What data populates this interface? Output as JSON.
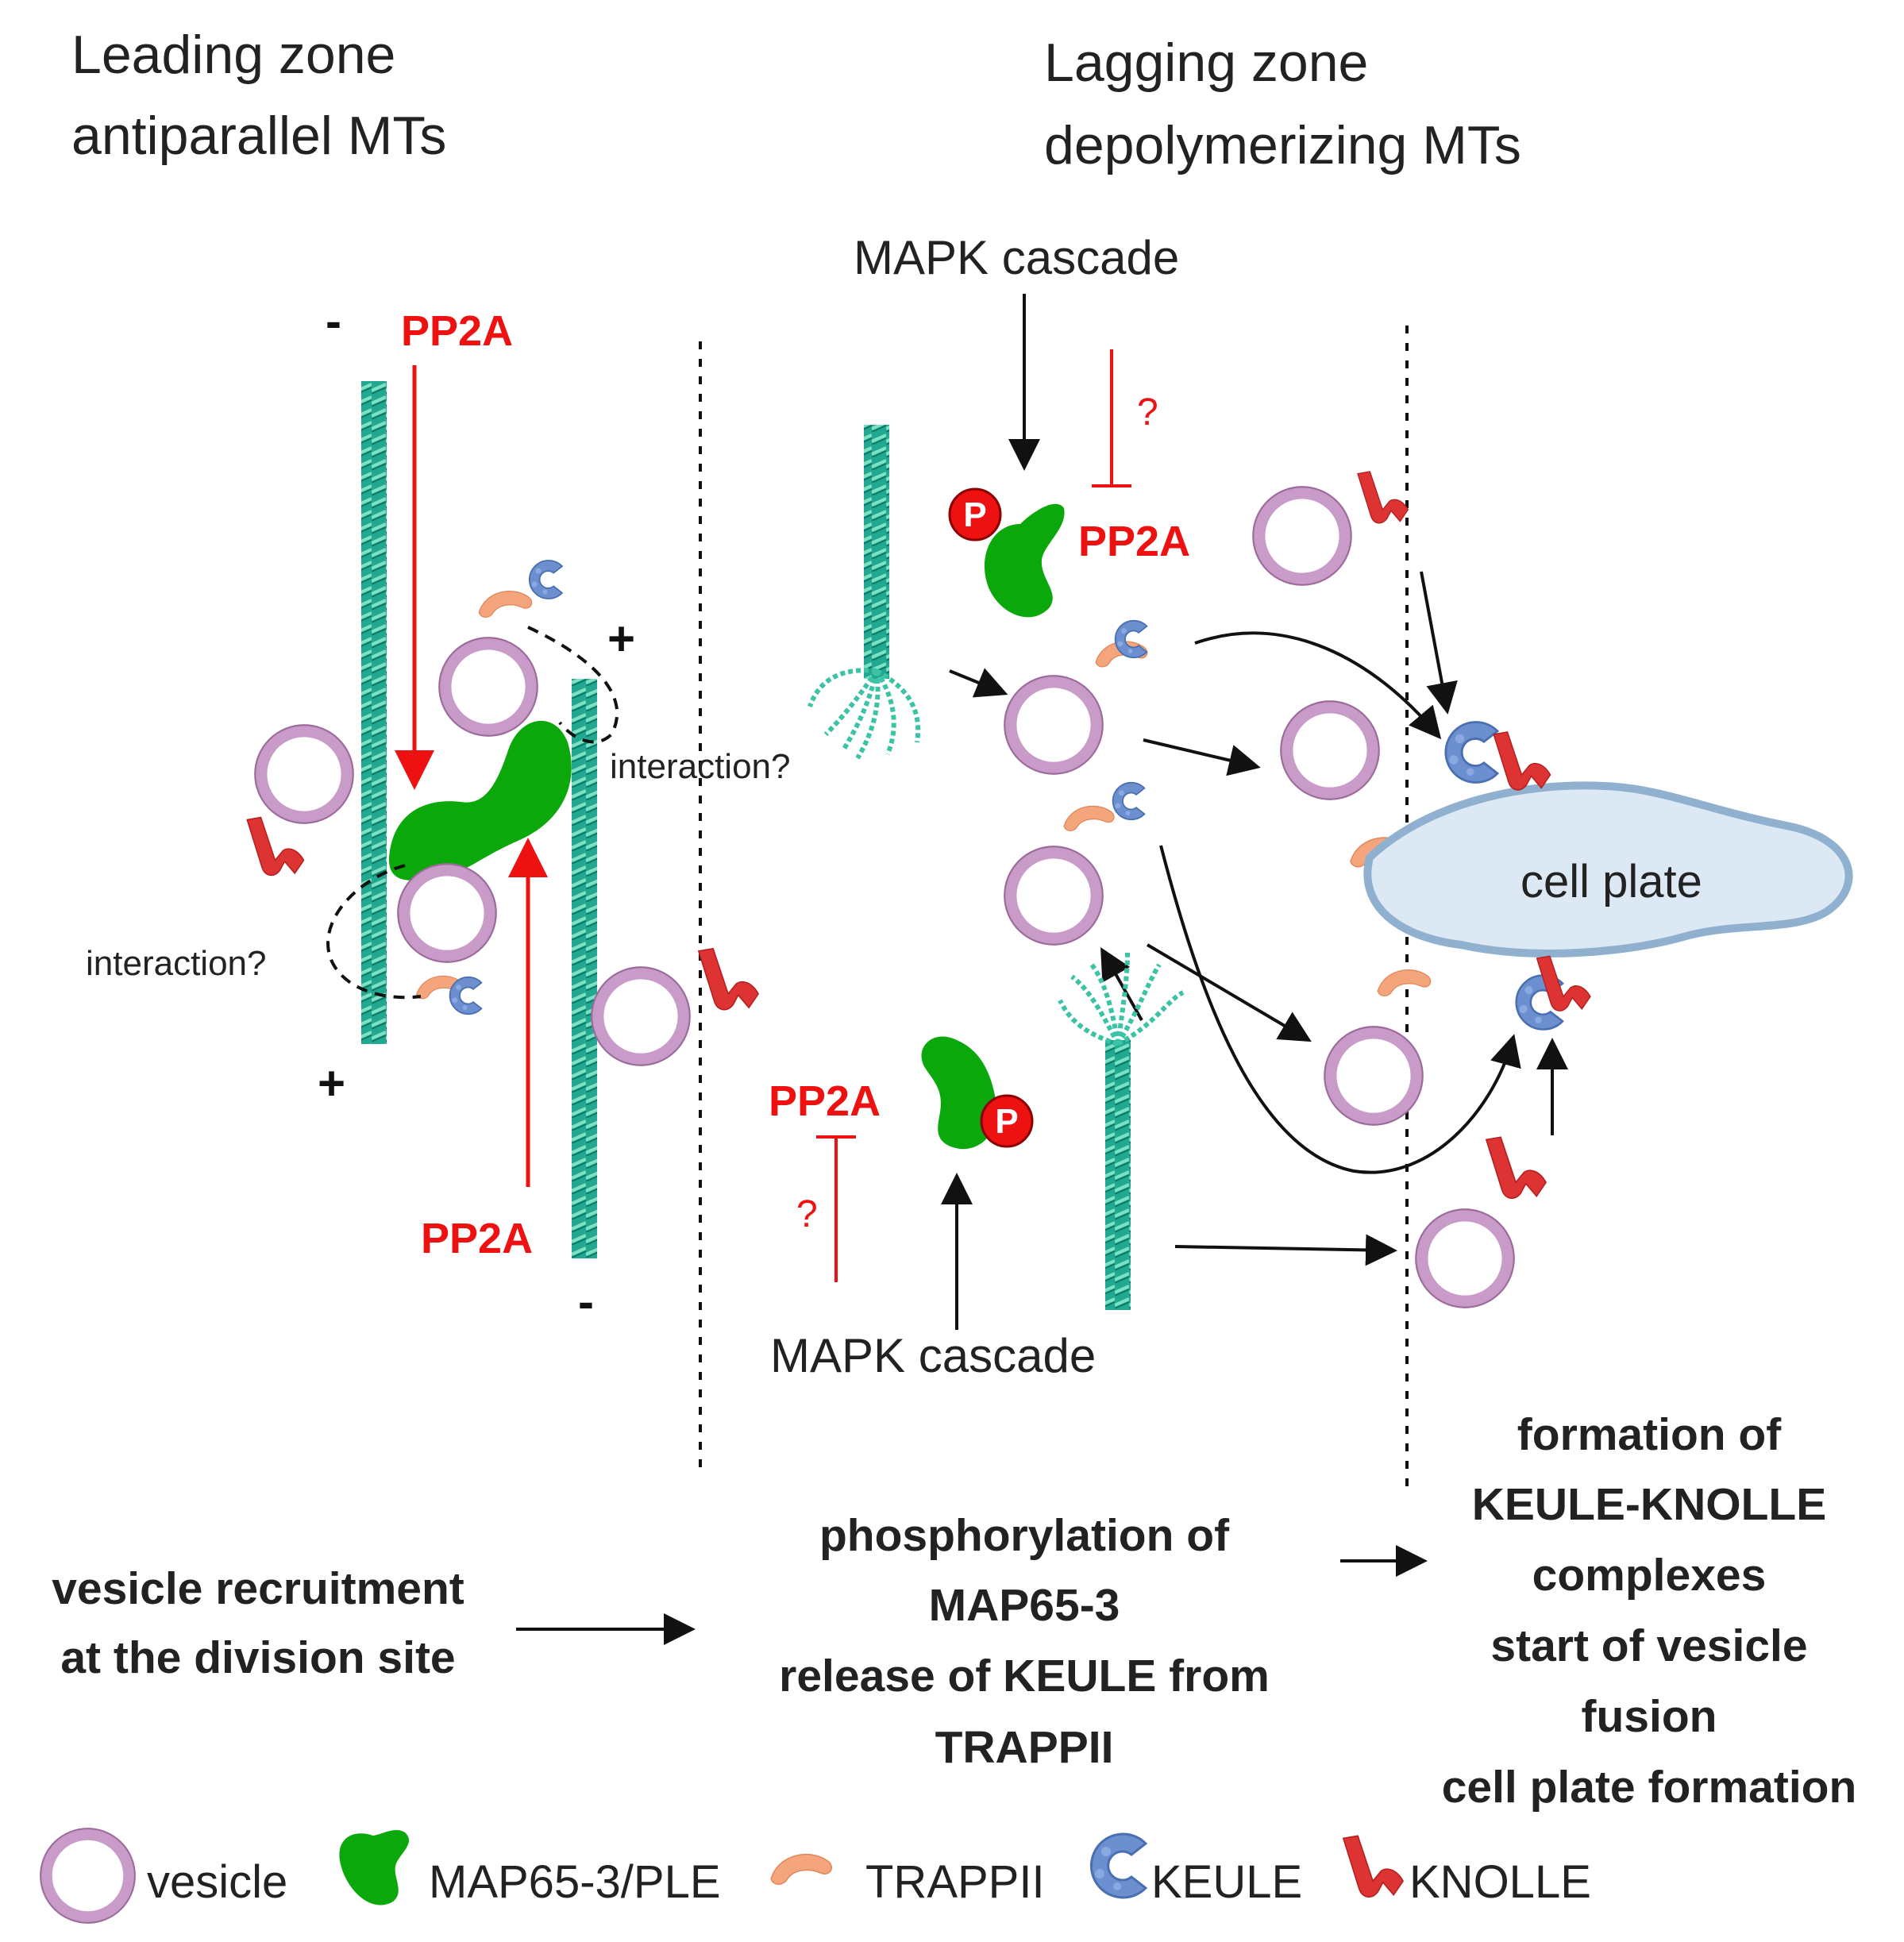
{
  "zones": {
    "leading": {
      "line1": "Leading zone",
      "line2": "antiparallel MTs"
    },
    "lagging": {
      "line1": "Lagging zone",
      "line2": "depolymerizing MTs"
    }
  },
  "labels": {
    "pp2a": "PP2A",
    "mapk": "MAPK cascade",
    "minus": "-",
    "plus": "+",
    "interaction": "interaction?",
    "question": "?",
    "phospho": "P",
    "cell_plate": "cell plate"
  },
  "steps": {
    "recruitment": [
      "vesicle recruitment",
      "at the division site"
    ],
    "phosphorylation": [
      "phosphorylation of",
      "MAP65-3",
      "release of KEULE from",
      "TRAPPII"
    ],
    "formation": [
      "formation of",
      "KEULE-KNOLLE",
      "complexes",
      "start of vesicle",
      "fusion",
      "cell plate formation"
    ]
  },
  "legend": [
    {
      "icon": "vesicle-icon",
      "label": "vesicle"
    },
    {
      "icon": "map65-icon",
      "label": "MAP65-3/PLE"
    },
    {
      "icon": "trappii-icon",
      "label": "TRAPPII"
    },
    {
      "icon": "keule-icon",
      "label": "KEULE"
    },
    {
      "icon": "knolle-icon",
      "label": "KNOLLE"
    }
  ],
  "colors": {
    "vesicle": "#c99bc9",
    "map65": "#0aa80a",
    "trappii": "#f5a57c",
    "keule": "#6b8fcf",
    "knolle": "#dd3333",
    "microtubule": "#22a890",
    "inhibition": "#ee1111",
    "cell_plate_fill": "#dce9f5",
    "cell_plate_stroke": "#8fb0cf"
  }
}
